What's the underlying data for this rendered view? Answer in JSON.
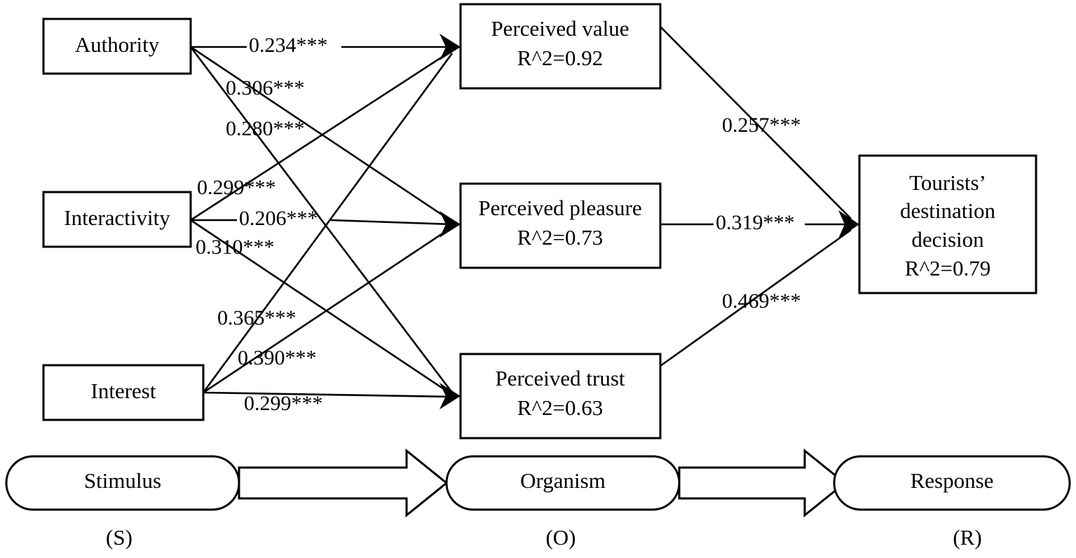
{
  "diagram": {
    "title": "Structural equation model: SOR framework for tourists' destination decision",
    "significance_marker": "***",
    "stimulus_constructs": [
      {
        "id": "authority",
        "label": "Authority"
      },
      {
        "id": "interactivity",
        "label": "Interactivity"
      },
      {
        "id": "interest",
        "label": "Interest"
      }
    ],
    "organism_constructs": [
      {
        "id": "perceived_value",
        "label": "Perceived value",
        "r2_label": "R^2=0.92",
        "r2": 0.92
      },
      {
        "id": "perceived_pleasure",
        "label": "Perceived pleasure",
        "r2_label": "R^2=0.73",
        "r2": 0.73
      },
      {
        "id": "perceived_trust",
        "label": "Perceived trust",
        "r2_label": "R^2=0.63",
        "r2": 0.63
      }
    ],
    "response_construct": {
      "id": "tourists_destination_decision",
      "line1": "Tourists’",
      "line2": "destination",
      "line3": "decision",
      "r2_label": "R^2=0.79",
      "r2": 0.79
    },
    "paths": [
      {
        "id": "auth-value",
        "from": "Authority",
        "to": "Perceived value",
        "coefficient": 0.234,
        "label": "0.234***"
      },
      {
        "id": "auth-pleasure",
        "from": "Authority",
        "to": "Perceived pleasure",
        "coefficient": 0.306,
        "label": "0.306***"
      },
      {
        "id": "auth-trust",
        "from": "Authority",
        "to": "Perceived trust",
        "coefficient": 0.28,
        "label": "0.280***"
      },
      {
        "id": "inter-value",
        "from": "Interactivity",
        "to": "Perceived value",
        "coefficient": 0.299,
        "label": "0.299***"
      },
      {
        "id": "inter-pleasure",
        "from": "Interactivity",
        "to": "Perceived pleasure",
        "coefficient": 0.206,
        "label": "0.206***"
      },
      {
        "id": "inter-trust",
        "from": "Interactivity",
        "to": "Perceived trust",
        "coefficient": 0.31,
        "label": "0.310***"
      },
      {
        "id": "int-value",
        "from": "Interest",
        "to": "Perceived value",
        "coefficient": 0.365,
        "label": "0.365***"
      },
      {
        "id": "int-pleasure",
        "from": "Interest",
        "to": "Perceived pleasure",
        "coefficient": 0.39,
        "label": "0.390***"
      },
      {
        "id": "int-trust",
        "from": "Interest",
        "to": "Perceived trust",
        "coefficient": 0.299,
        "label": "0.299***"
      },
      {
        "id": "value-dest",
        "from": "Perceived value",
        "to": "Tourists’ destination decision",
        "coefficient": 0.257,
        "label": "0.257***"
      },
      {
        "id": "pleasure-dest",
        "from": "Perceived pleasure",
        "to": "Tourists’ destination decision",
        "coefficient": 0.319,
        "label": "0.319***"
      },
      {
        "id": "trust-dest",
        "from": "Perceived trust",
        "to": "Tourists’ destination decision",
        "coefficient": 0.469,
        "label": "0.469***"
      }
    ],
    "sor_band": {
      "stages": [
        {
          "id": "stimulus",
          "label": "Stimulus",
          "code": "(S)"
        },
        {
          "id": "organism",
          "label": "Organism",
          "code": "(O)"
        },
        {
          "id": "response",
          "label": "Response",
          "code": "(R)"
        }
      ]
    },
    "colors": {
      "stroke": "#000000",
      "fill": "#ffffff",
      "text": "#000000"
    }
  }
}
